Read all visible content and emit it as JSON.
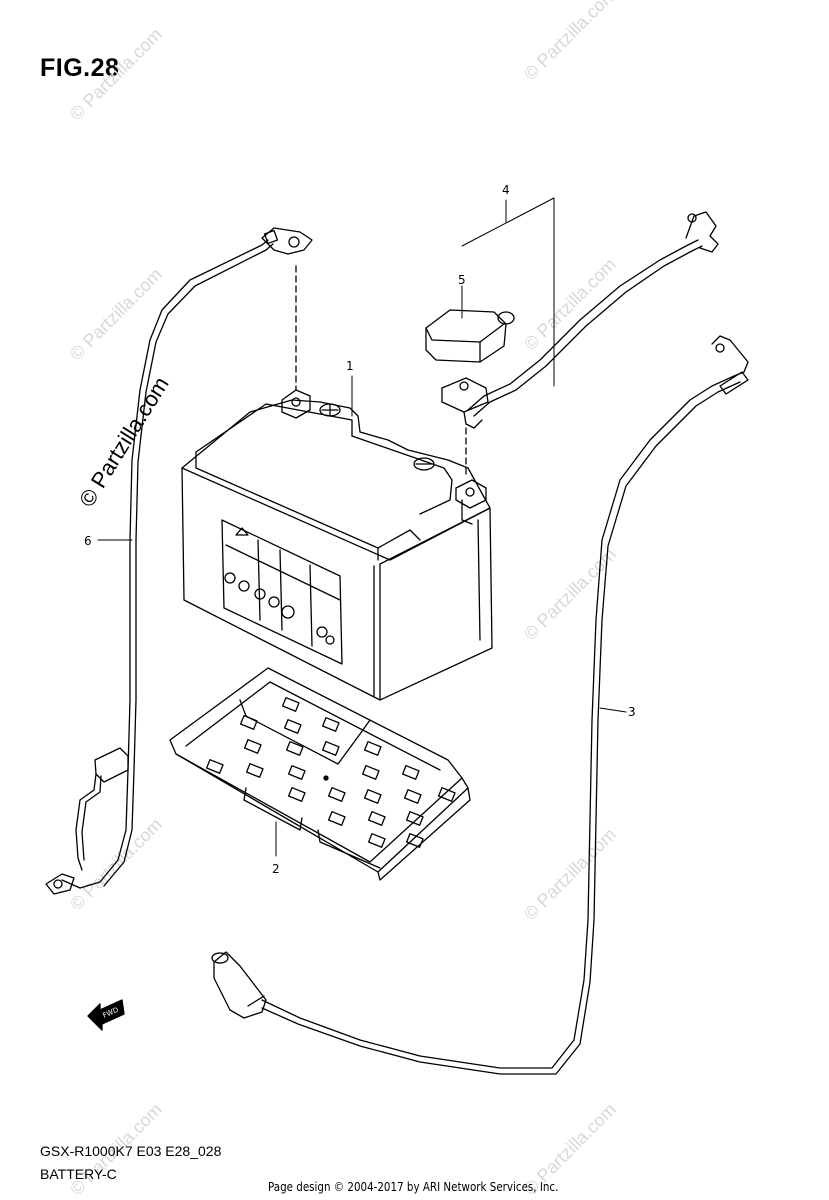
{
  "figure": {
    "title": "FIG.28"
  },
  "callouts": [
    {
      "number": "1",
      "part": "battery"
    },
    {
      "number": "2",
      "part": "battery-tray"
    },
    {
      "number": "3",
      "part": "battery-cable-long"
    },
    {
      "number": "4",
      "part": "positive-lead-assembly"
    },
    {
      "number": "5",
      "part": "terminal-cover"
    },
    {
      "number": "6",
      "part": "ground-lead"
    }
  ],
  "direction_marker": {
    "label": "FWD"
  },
  "watermark": {
    "text": "© Partzilla.com"
  },
  "footer": {
    "model_code": "GSX-R1000K7 E03 E28_028",
    "model_name": "BATTERY-C",
    "copyright": "Page design © 2004-2017 by ARI Network Services, Inc."
  }
}
